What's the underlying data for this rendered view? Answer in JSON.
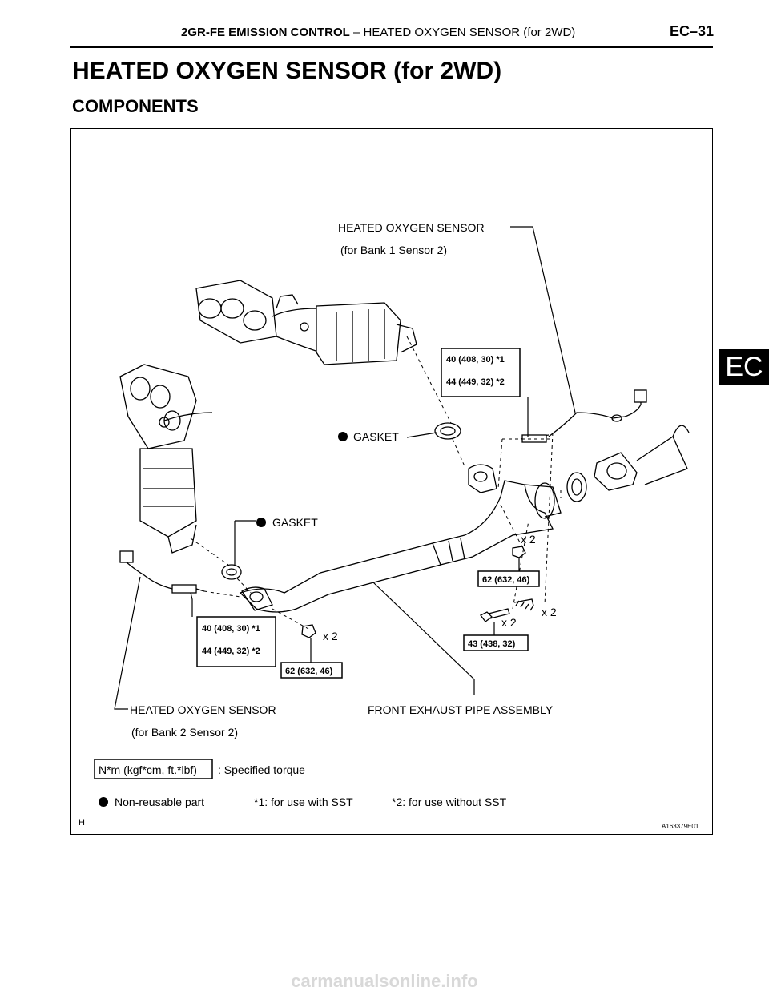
{
  "header": {
    "section_bold": "2GR-FE EMISSION CONTROL",
    "section_rest": "–  HEATED OXYGEN SENSOR (for 2WD)",
    "page": "EC–31",
    "tab": "EC"
  },
  "title": "HEATED OXYGEN SENSOR (for 2WD)",
  "subtitle": "COMPONENTS",
  "diagram": {
    "sensor_b1_l1": "HEATED OXYGEN SENSOR",
    "sensor_b1_l2": "(for Bank 1 Sensor 2)",
    "sensor_b2_l1": "HEATED OXYGEN SENSOR",
    "sensor_b2_l2": "(for Bank 2 Sensor 2)",
    "gasket_upper": "GASKET",
    "gasket_lower": "GASKET",
    "front_pipe": "FRONT EXHAUST PIPE ASSEMBLY",
    "torque_right_l1": "40 (408, 30) *1",
    "torque_right_l2": "44 (449, 32) *2",
    "torque_left_l1": "40 (408, 30) *1",
    "torque_left_l2": "44 (449, 32) *2",
    "torque_nut_right": "62 (632, 46)",
    "torque_nut_left": "62 (632, 46)",
    "torque_bolt": "43 (438, 32)",
    "qty_nut_right": "x 2",
    "qty_nut_left": "x 2",
    "qty_bolt": "x 2",
    "qty_spring": "x 2"
  },
  "legend": {
    "torque_box": "N*m (kgf*cm, ft.*lbf)",
    "torque_desc": ": Specified torque",
    "nonreusable": "Non-reusable part",
    "note1": "*1: for use with SST",
    "note2": "*2: for use without SST"
  },
  "footer": {
    "left_code": "H",
    "fig_code": "A163379E01"
  },
  "watermark": "carmanualsonline.info"
}
